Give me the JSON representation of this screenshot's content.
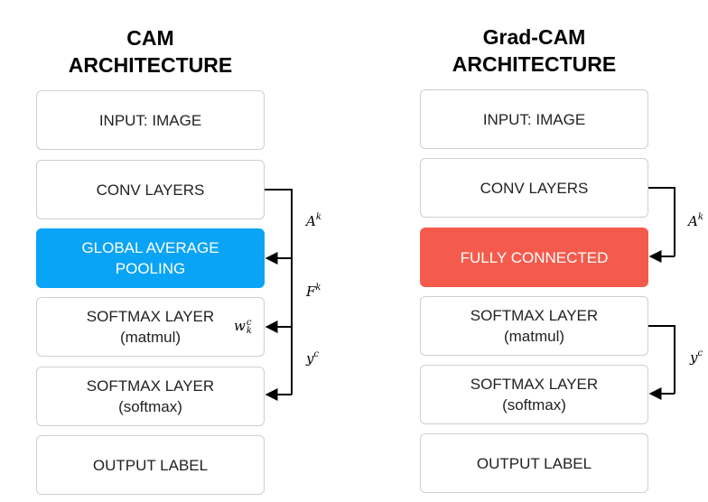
{
  "cam": {
    "title": "CAM\nARCHITECTURE",
    "boxes": [
      "INPUT: IMAGE",
      "CONV LAYERS",
      "GLOBAL AVERAGE\nPOOLING",
      "SOFTMAX LAYER\n(matmul)",
      "SOFTMAX LAYER\n(softmax)",
      "OUTPUT LABEL"
    ],
    "math": {
      "A": "A",
      "A_sup": "k",
      "F": "F",
      "F_sup": "k",
      "y": "y",
      "y_sup": "c",
      "w": "w",
      "w_sup": "c",
      "w_sub": "k"
    }
  },
  "gradcam": {
    "title": "Grad-CAM\nARCHITECTURE",
    "boxes": [
      "INPUT: IMAGE",
      "CONV LAYERS",
      "FULLY CONNECTED",
      "SOFTMAX LAYER\n(matmul)",
      "SOFTMAX LAYER\n(softmax)",
      "OUTPUT LABEL"
    ],
    "math": {
      "A": "A",
      "A_sup": "k",
      "y": "y",
      "y_sup": "c"
    }
  },
  "colors": {
    "gap_box": "#0aa4f6",
    "fc_box": "#f45b4d",
    "arrow": "#000000",
    "border": "#cfcfcf"
  }
}
